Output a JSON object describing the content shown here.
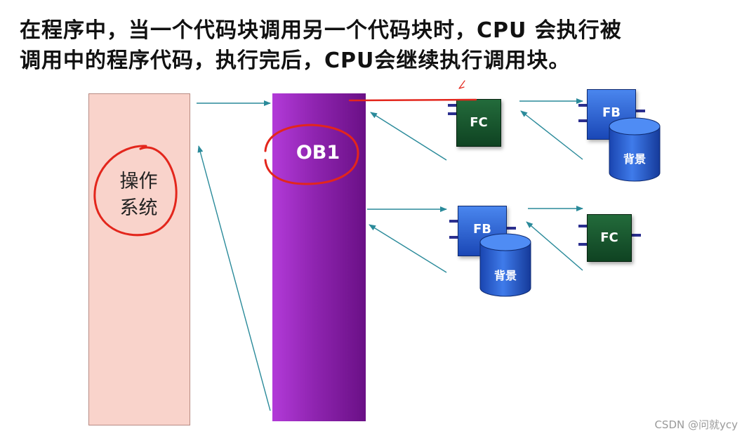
{
  "heading": {
    "line1": "在程序中，当一个代码块调用另一个代码块时，CPU 会执行被",
    "line2": "调用中的程序代码，执行完后，CPU会继续执行调用块。"
  },
  "os_block": {
    "label_line1": "操作",
    "label_line2": "系统",
    "color": "#f9d3cb"
  },
  "ob1_block": {
    "label": "OB1",
    "color": "#8f24b0"
  },
  "blocks": {
    "top_fc": "FC",
    "top_fb": "FB",
    "top_db": "背景",
    "bottom_fb": "FB",
    "bottom_db": "背景",
    "bottom_fc": "FC"
  },
  "colors": {
    "arrow": "#2a8a9a",
    "annotation": "#e3261c",
    "fc": "#1a5a30",
    "fb": "#2f63d6"
  },
  "watermark": "CSDN @问就ycy"
}
